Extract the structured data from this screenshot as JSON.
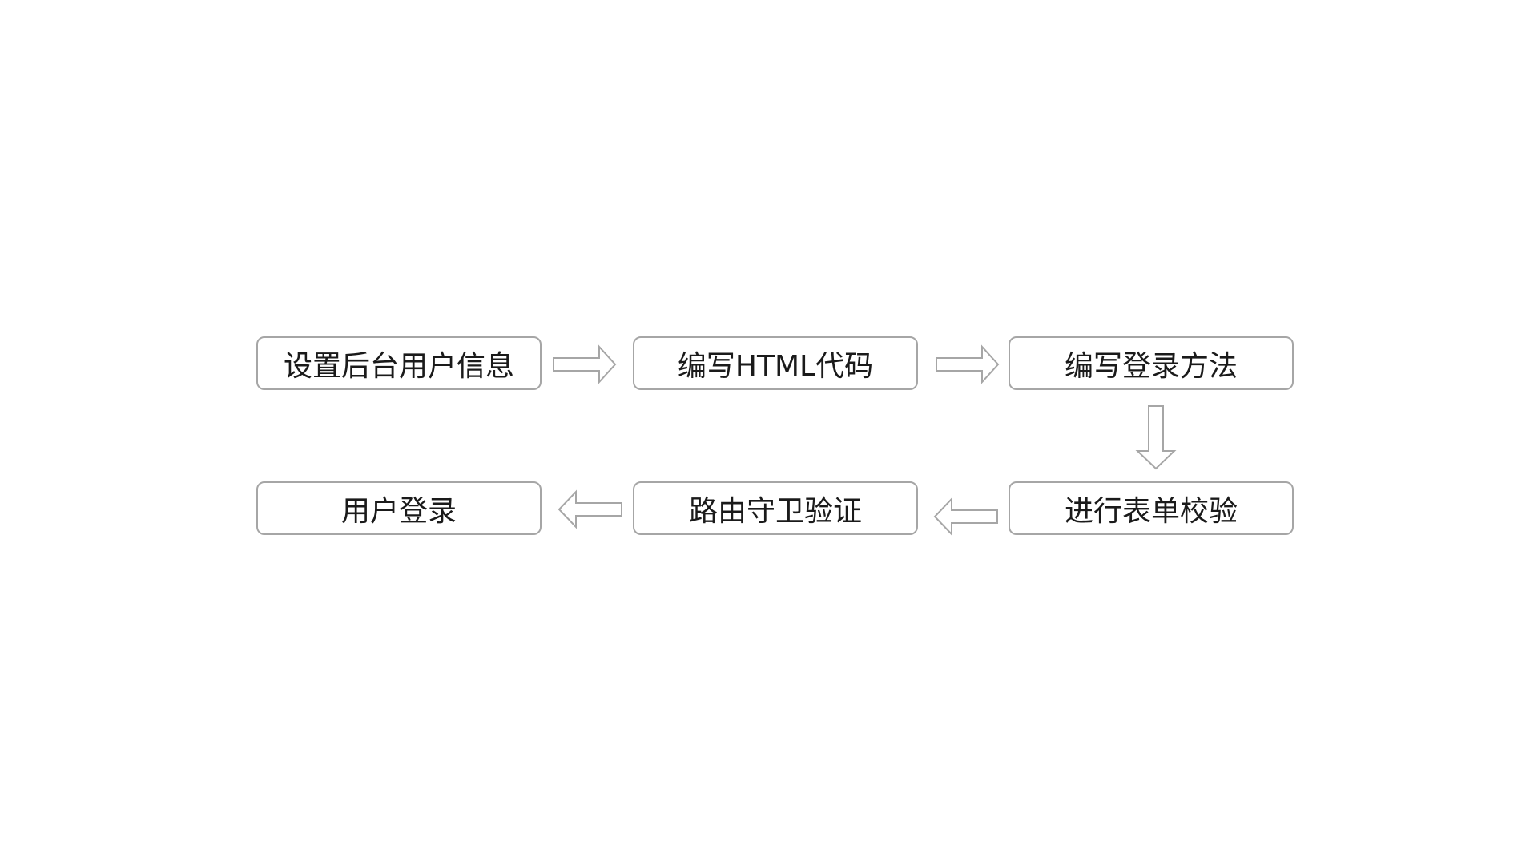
{
  "flow": {
    "steps": [
      {
        "id": "set-backend-user-info",
        "label": "设置后台用户信息"
      },
      {
        "id": "write-html-code",
        "label": "编写HTML代码"
      },
      {
        "id": "write-login-method",
        "label": "编写登录方法"
      },
      {
        "id": "form-validation",
        "label": "进行表单校验"
      },
      {
        "id": "route-guard-verify",
        "label": "路由守卫验证"
      },
      {
        "id": "user-login",
        "label": "用户登录"
      }
    ],
    "connections": [
      {
        "from": "set-backend-user-info",
        "to": "write-html-code",
        "direction": "right"
      },
      {
        "from": "write-html-code",
        "to": "write-login-method",
        "direction": "right"
      },
      {
        "from": "write-login-method",
        "to": "form-validation",
        "direction": "down"
      },
      {
        "from": "form-validation",
        "to": "route-guard-verify",
        "direction": "left"
      },
      {
        "from": "route-guard-verify",
        "to": "user-login",
        "direction": "left"
      }
    ],
    "colors": {
      "border": "#a6a6a6",
      "text": "#1a1a1a",
      "background": "#ffffff"
    }
  }
}
